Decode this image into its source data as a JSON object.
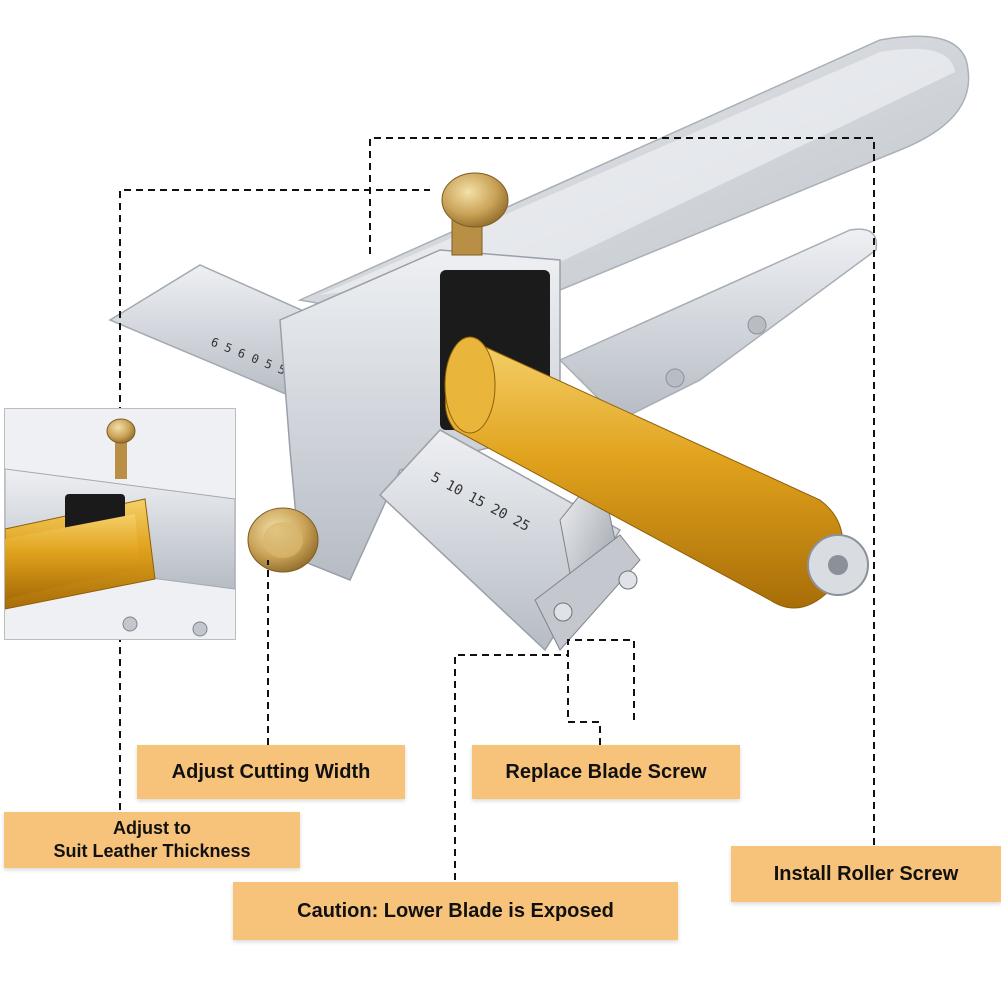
{
  "labels": {
    "adjust_cutting_width": "Adjust Cutting Width",
    "replace_blade_screw": "Replace Blade Screw",
    "adjust_thickness_line1": "Adjust to",
    "adjust_thickness_line2": "Suit Leather Thickness",
    "install_roller_screw": "Install Roller Screw",
    "caution_lower_blade": "Caution: Lower Blade is Exposed"
  },
  "scale_upper": "6 5 6 0 5 5 0 5 0",
  "scale_lower": "5 10 15 20 25",
  "colors": {
    "label_bg": "#f7c27a",
    "aluminum": "#d4d7dc",
    "roller_gold": "#e0a21c",
    "brass": "#c9a257"
  },
  "icons": {
    "top_knob": "brass-knurled-knob-icon",
    "side_knob": "brass-knurled-knob-icon",
    "roller": "gold-roller-icon",
    "blade": "blade-icon"
  }
}
